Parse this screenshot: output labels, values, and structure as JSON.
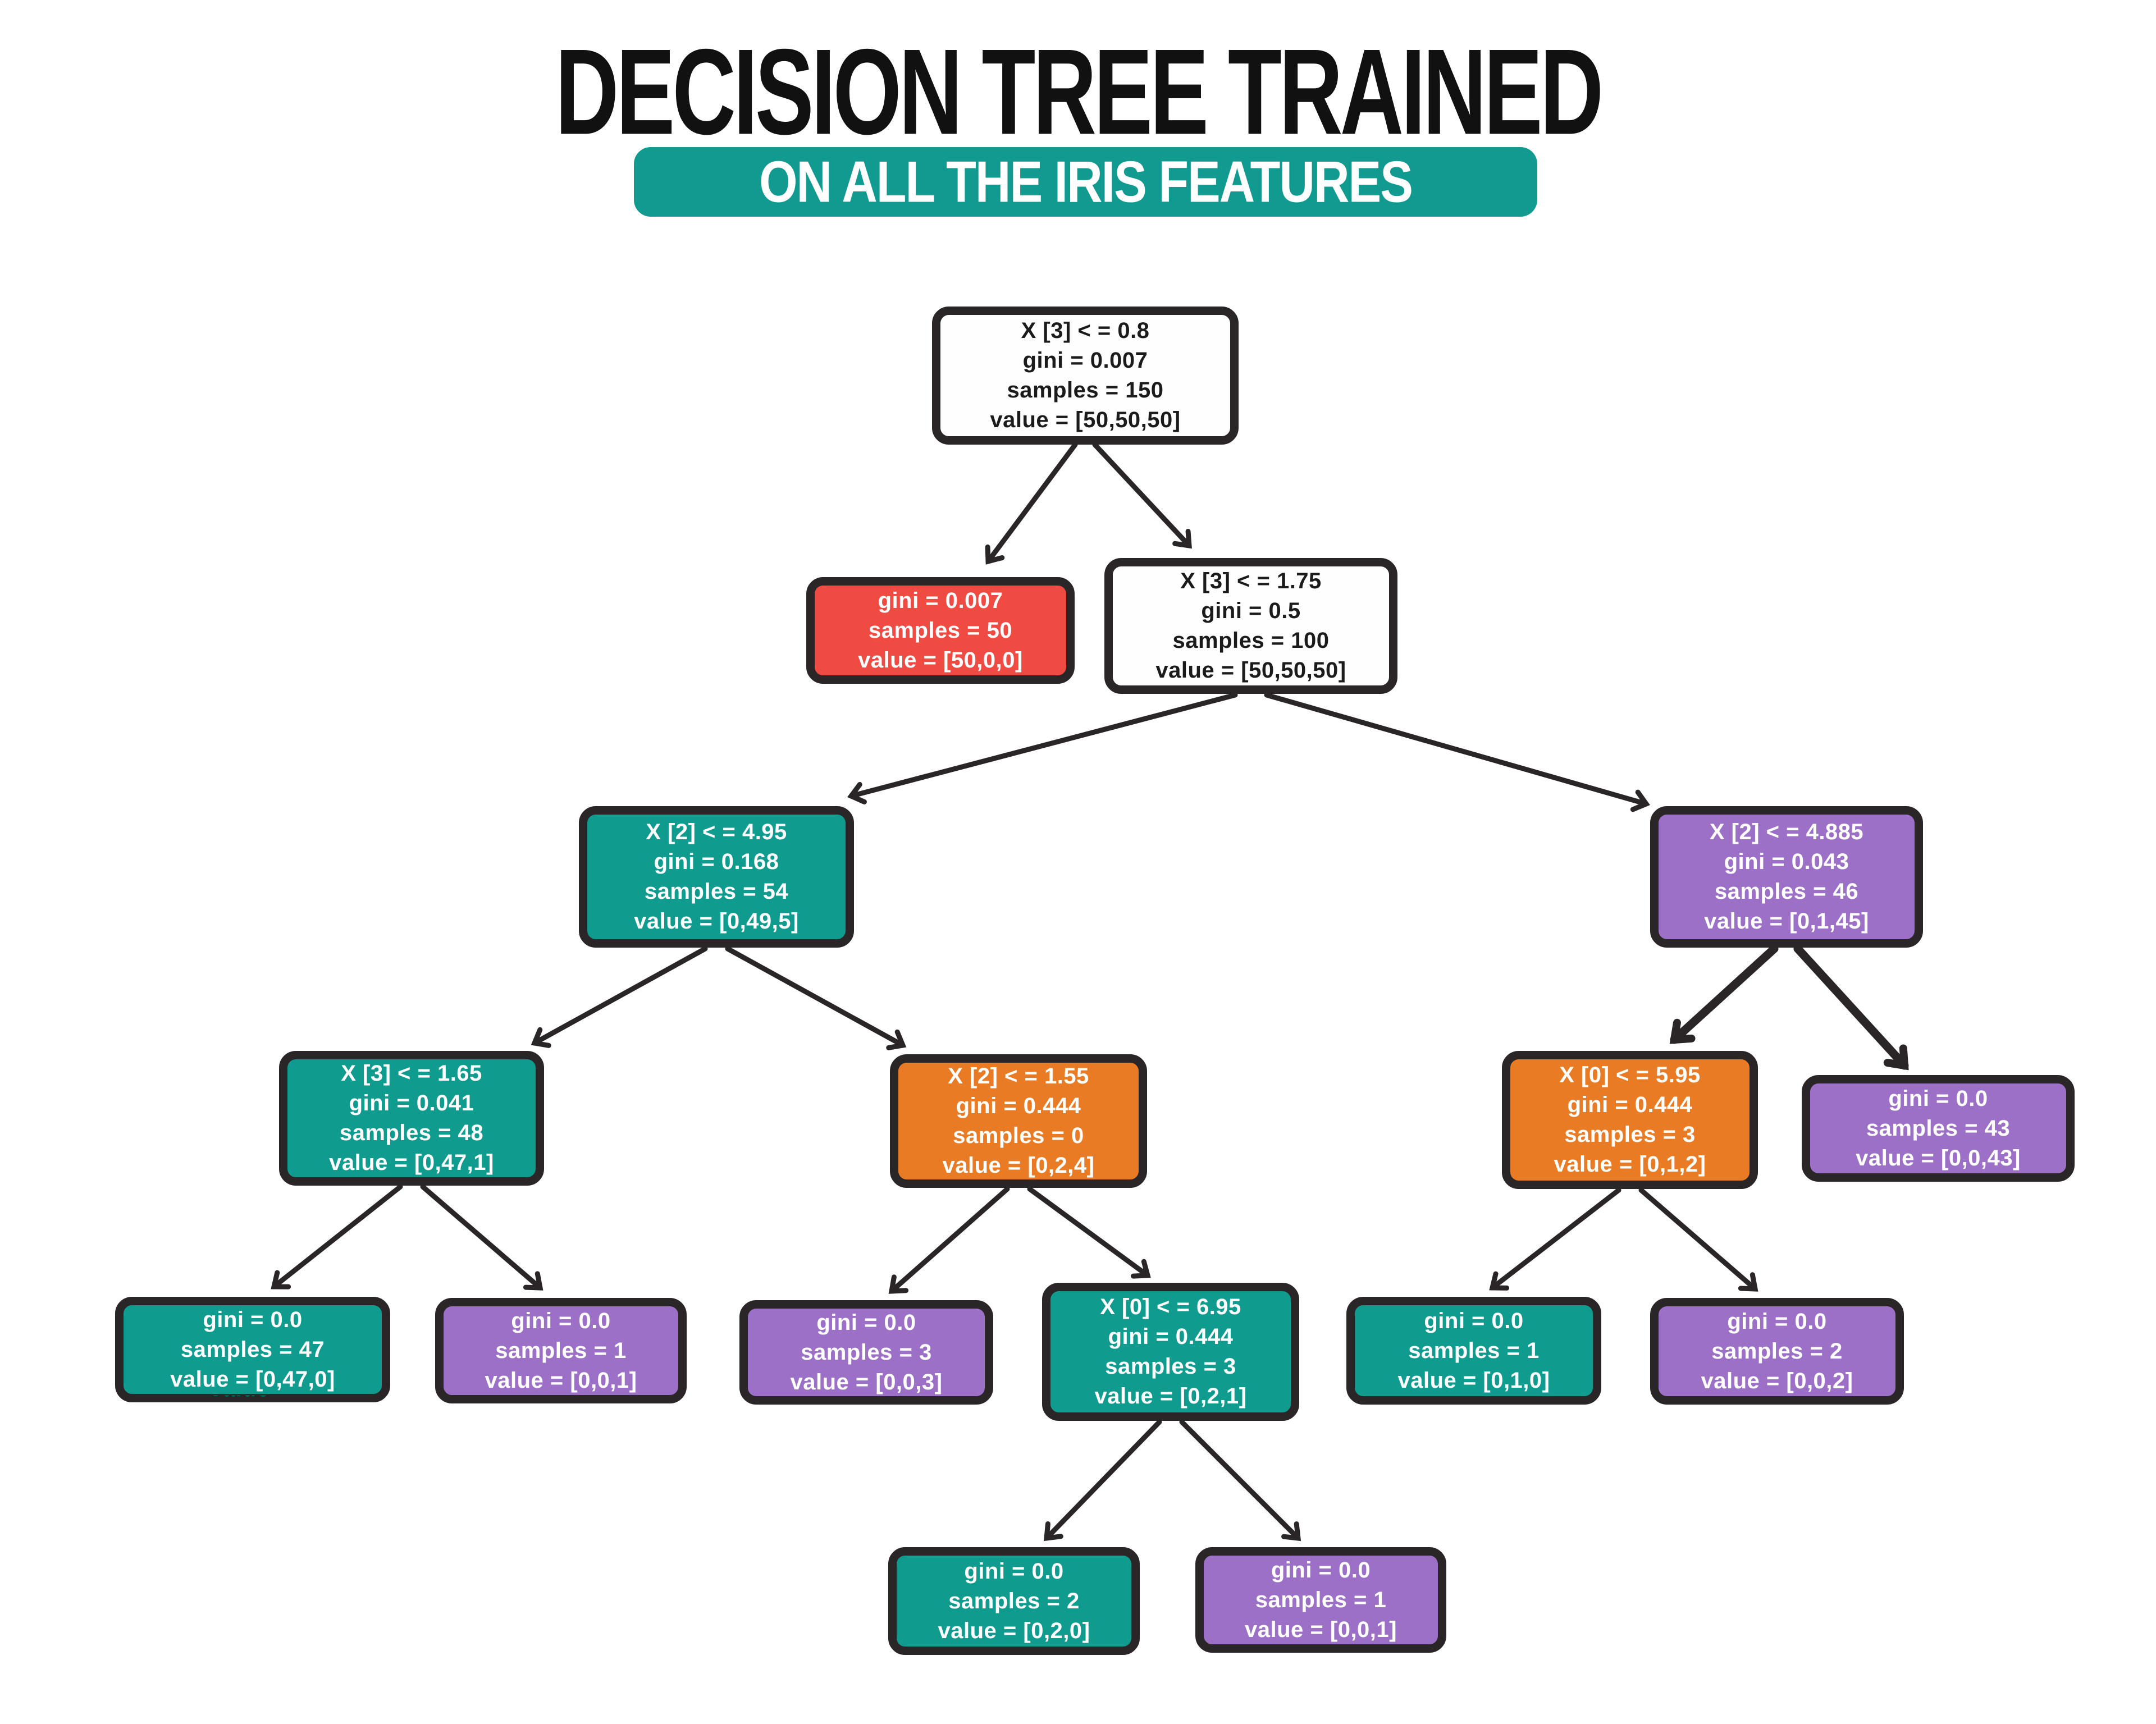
{
  "title": "DECISION TREE TRAINED",
  "subtitle": "ON ALL THE IRIS FEATURES",
  "colors": {
    "teal": "#0F9B8E",
    "red": "#F04B42",
    "orange": "#E97B24",
    "purple": "#9C70C6",
    "node_border": "#2A2526",
    "white_node": "#FEFEFE"
  },
  "nodes": [
    {
      "id": "n0",
      "color": "white",
      "lines": [
        "X [3] < = 0.8",
        "gini = 0.007",
        "samples = 150",
        "value = [50,50,50]"
      ]
    },
    {
      "id": "n1",
      "color": "red",
      "lines": [
        "gini = 0.007",
        "samples = 50",
        "value = [50,0,0]"
      ]
    },
    {
      "id": "n2",
      "color": "white",
      "lines": [
        "X [3] < = 1.75",
        "gini = 0.5",
        "samples = 100",
        "value = [50,50,50]"
      ]
    },
    {
      "id": "n3",
      "color": "teal",
      "lines": [
        "X [2] < = 4.95",
        "gini = 0.168",
        "samples = 54",
        "value = [0,49,5]"
      ]
    },
    {
      "id": "n4",
      "color": "purple",
      "lines": [
        "X [2] < = 4.885",
        "gini = 0.043",
        "samples = 46",
        "value = [0,1,45]"
      ]
    },
    {
      "id": "n5",
      "color": "teal",
      "lines": [
        "X [3] < = 1.65",
        "gini = 0.041",
        "samples = 48",
        "value = [0,47,1]"
      ]
    },
    {
      "id": "n6",
      "color": "orange",
      "lines": [
        "X [2] < = 1.55",
        "gini = 0.444",
        "samples = 0",
        "value = [0,2,4]"
      ]
    },
    {
      "id": "n7",
      "color": "orange",
      "lines": [
        "X [0] < = 5.95",
        "gini = 0.444",
        "samples = 3",
        "value = [0,1,2]"
      ]
    },
    {
      "id": "n8",
      "color": "purple",
      "lines": [
        "gini = 0.0",
        "samples = 43",
        "value = [0,0,43]"
      ]
    },
    {
      "id": "n9",
      "color": "teal",
      "lines": [
        "gini = 0.0",
        "samples = 47",
        "value = [0,47,0]"
      ]
    },
    {
      "id": "n10",
      "color": "purple",
      "lines": [
        "gini = 0.0",
        "samples = 1",
        "value = [0,0,1]"
      ]
    },
    {
      "id": "n11",
      "color": "purple",
      "lines": [
        "gini = 0.0",
        "samples = 3",
        "value = [0,0,3]"
      ]
    },
    {
      "id": "n12",
      "color": "teal",
      "lines": [
        "X [0] < = 6.95",
        "gini = 0.444",
        "samples = 3",
        "value = [0,2,1]"
      ]
    },
    {
      "id": "n13",
      "color": "teal",
      "lines": [
        "gini = 0.0",
        "samples = 1",
        "value = [0,1,0]"
      ]
    },
    {
      "id": "n14",
      "color": "purple",
      "lines": [
        "gini = 0.0",
        "samples = 2",
        "value = [0,0,2]"
      ]
    },
    {
      "id": "n15",
      "color": "teal",
      "lines": [
        "gini = 0.0",
        "samples = 2",
        "value = [0,2,0]"
      ]
    },
    {
      "id": "n16",
      "color": "purple",
      "lines": [
        "gini = 0.0",
        "samples = 1",
        "value = [0,0,1]"
      ]
    }
  ],
  "edges": [
    {
      "from": "n0",
      "to": "n1"
    },
    {
      "from": "n0",
      "to": "n2"
    },
    {
      "from": "n2",
      "to": "n3"
    },
    {
      "from": "n2",
      "to": "n4"
    },
    {
      "from": "n3",
      "to": "n5"
    },
    {
      "from": "n3",
      "to": "n6"
    },
    {
      "from": "n4",
      "to": "n7"
    },
    {
      "from": "n4",
      "to": "n8"
    },
    {
      "from": "n5",
      "to": "n9"
    },
    {
      "from": "n5",
      "to": "n10"
    },
    {
      "from": "n6",
      "to": "n11"
    },
    {
      "from": "n6",
      "to": "n12"
    },
    {
      "from": "n7",
      "to": "n13"
    },
    {
      "from": "n7",
      "to": "n14"
    },
    {
      "from": "n12",
      "to": "n15"
    },
    {
      "from": "n12",
      "to": "n16"
    }
  ]
}
